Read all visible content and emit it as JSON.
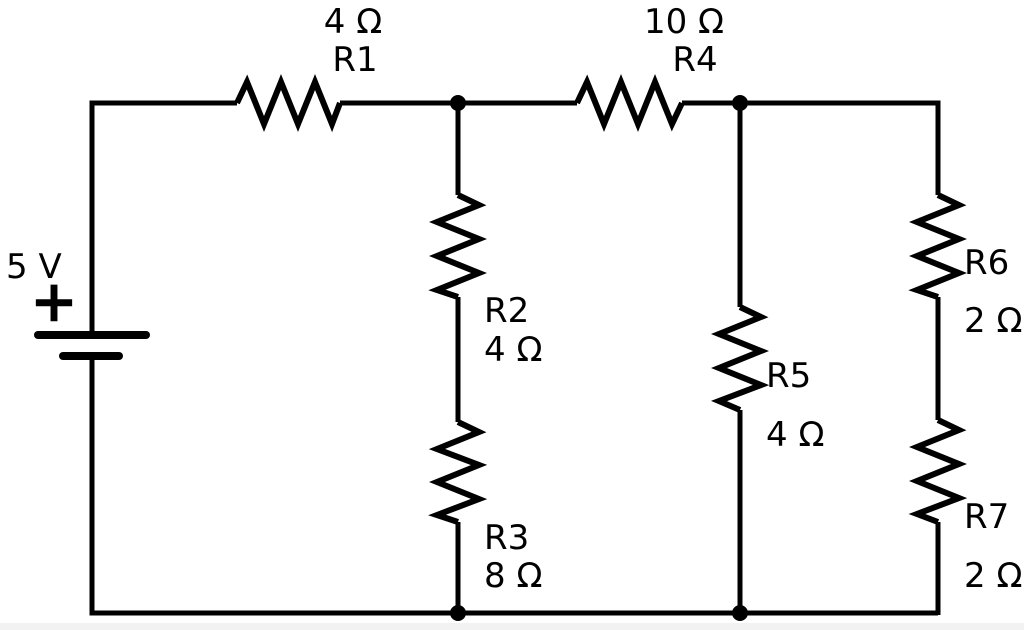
{
  "colors": {
    "wire": "#000000",
    "bg": "#ffffff",
    "strip": "#f2f2f2",
    "text": "#000000"
  },
  "battery": {
    "voltage_label": "5 V",
    "polarity_label": "+"
  },
  "resistors": {
    "r1": {
      "name": "R1",
      "value": "4 Ω"
    },
    "r2": {
      "name": "R2",
      "value": "4 Ω"
    },
    "r3": {
      "name": "R3",
      "value": "8 Ω"
    },
    "r4": {
      "name": "R4",
      "value": "10 Ω"
    },
    "r5": {
      "name": "R5",
      "value": "4 Ω"
    },
    "r6": {
      "name": "R6",
      "value": "2 Ω"
    },
    "r7": {
      "name": "R7",
      "value": "2 Ω"
    }
  }
}
